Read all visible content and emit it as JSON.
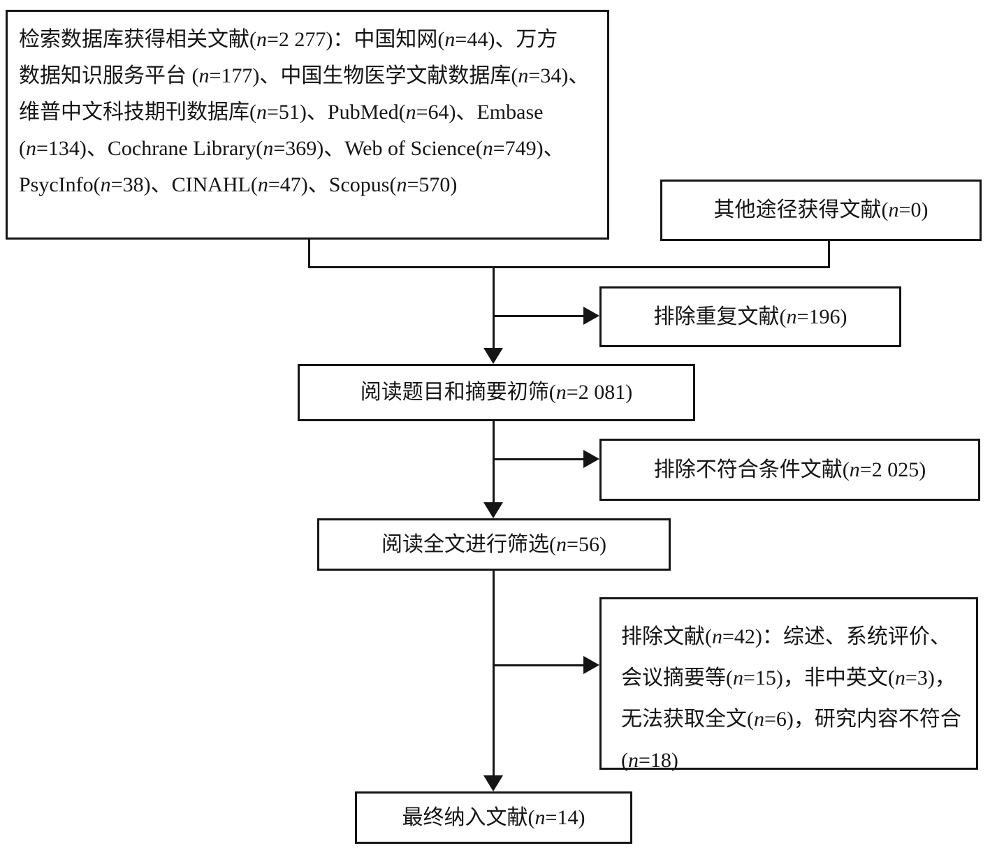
{
  "diagram": {
    "title": "文献筛选流程图",
    "boxes": {
      "search": {
        "lines": [
          "检索数据库获得相关文献(n=2 277)：中国知网(n=44)、万方",
          "数据知识服务平台 (n=177)、中国生物医学文献数据库(n=34)、",
          "维普中文科技期刊数据库(n=51)、PubMed(n=64)、Embase",
          "(n=134)、Cochrane Library(n=369)、Web of Science(n=749)、",
          "PsycInfo(n=38)、CINAHL(n=47)、Scopus(n=570)"
        ]
      },
      "other_sources": {
        "label": "其他途径获得文献(n=0)"
      },
      "duplicates_removed": {
        "label": "排除重复文献(n=196)"
      },
      "title_abstract_screen": {
        "label": "阅读题目和摘要初筛(n=2 081)"
      },
      "excluded_not_eligible": {
        "label": "排除不符合条件文献(n=2 025)"
      },
      "fulltext_screen": {
        "label": "阅读全文进行筛选(n=56)"
      },
      "excluded_fulltext": {
        "lines": [
          "排除文献(n=42)：综述、系统评价、",
          "会议摘要等(n=15)，非中英文(n=3)，",
          "无法获取全文(n=6)，研究内容不符合",
          "(n=18)"
        ]
      },
      "included": {
        "label": "最终纳入文献(n=14)"
      }
    },
    "colors": {
      "stroke": "#151515",
      "background": "#ffffff"
    }
  }
}
